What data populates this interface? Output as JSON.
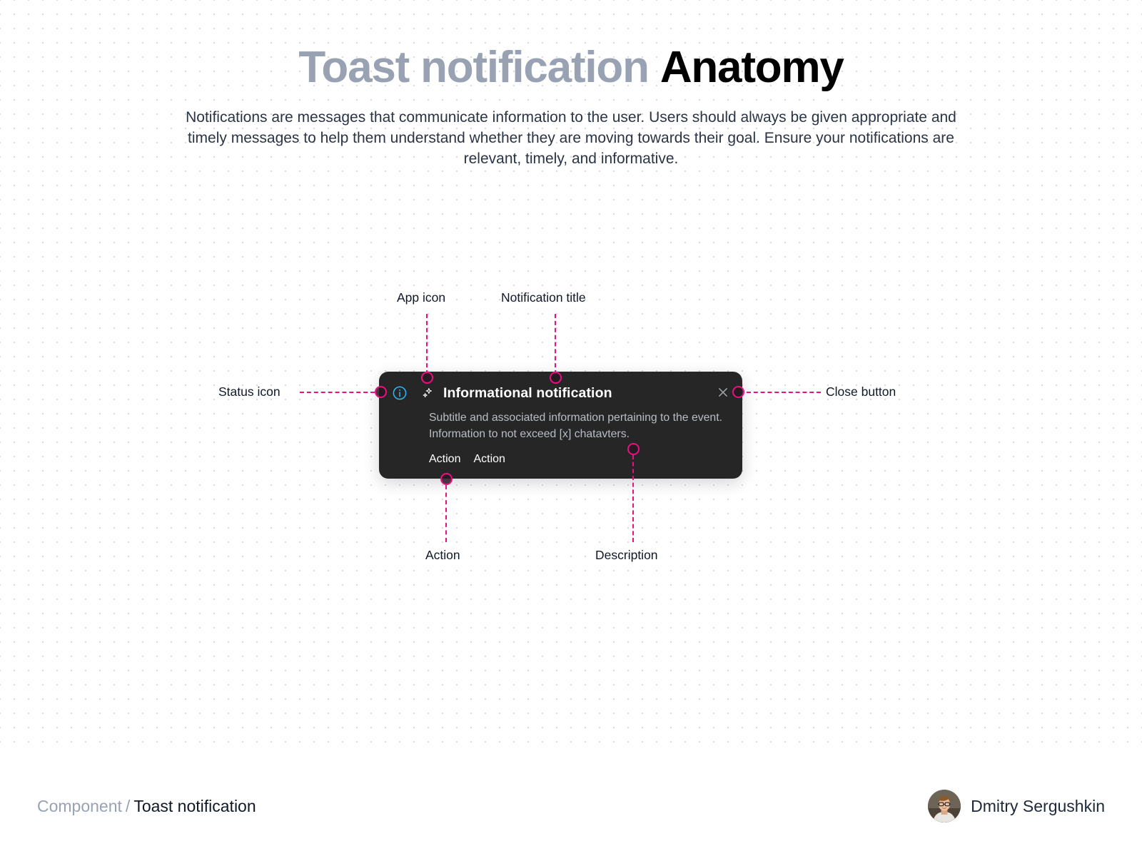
{
  "header": {
    "title_dim": "Toast notification",
    "title_strong": "Anatomy",
    "subtitle": "Notifications are messages that communicate information to the user. Users should always be given appropriate and timely messages to help them understand whether they are moving towards their goal. Ensure your notifications are relevant, timely, and informative."
  },
  "toast": {
    "status_icon": "info-circle-icon",
    "app_icon": "sparkle-icon",
    "title": "Informational notification",
    "description": "Subtitle and associated information pertaining to the event. Information to not exceed [x] chatavters.",
    "close_icon": "close-x-icon",
    "actions": [
      {
        "label": "Action"
      },
      {
        "label": "Action"
      }
    ]
  },
  "annotations": [
    {
      "id": "status-icon",
      "label": "Status icon"
    },
    {
      "id": "app-icon",
      "label": "App icon"
    },
    {
      "id": "notification-title",
      "label": "Notification title"
    },
    {
      "id": "close-button",
      "label": "Close button"
    },
    {
      "id": "action",
      "label": "Action"
    },
    {
      "id": "description",
      "label": "Description"
    }
  ],
  "footer": {
    "breadcrumb_root": "Component",
    "breadcrumb_separator": "/",
    "breadcrumb_leaf": "Toast notification",
    "author_name": "Dmitry Sergushkin",
    "avatar_icon": "user-avatar-photo"
  },
  "colors": {
    "accent_pink": "#E8117F",
    "toast_bg": "#262626",
    "info_blue": "#29B6F6",
    "title_dim": "#98a2b3",
    "title_strong": "#000000",
    "grid_dot": "#cfd3da"
  }
}
